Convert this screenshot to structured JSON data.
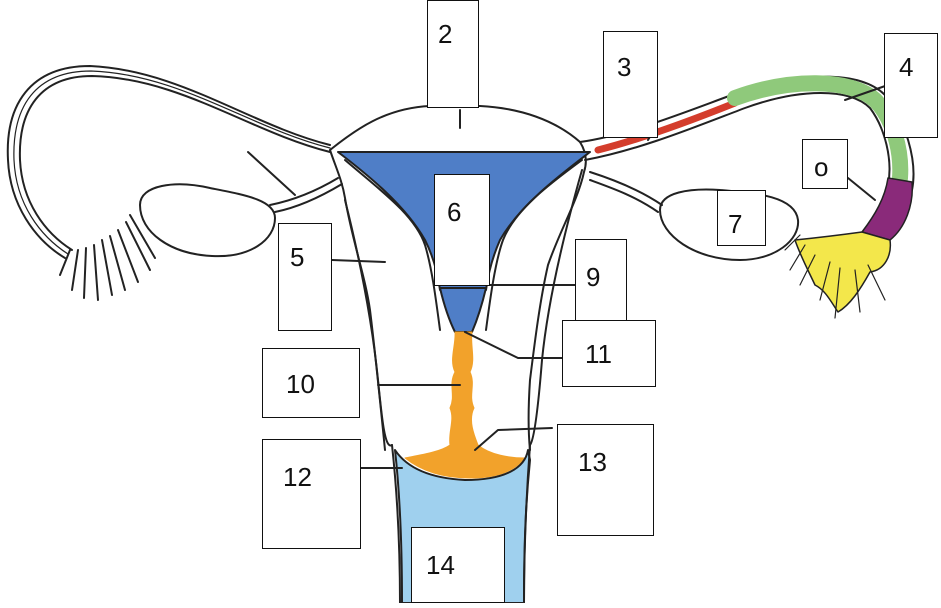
{
  "labels": {
    "l2": "2",
    "l3": "3",
    "l4": "4",
    "l5": "5",
    "l6": "6",
    "l7": "7",
    "l8": "o",
    "l9": "9",
    "l10": "10",
    "l11": "11",
    "l12": "12",
    "l13": "13",
    "l14": "14"
  },
  "colors": {
    "uterine_cavity": "#4f7ec7",
    "cervical_canal": "#f2a22b",
    "vagina": "#9fd0ee",
    "tube_red": "#d43d2c",
    "tube_green": "#8fc97b",
    "tube_purple": "#8a2a7a",
    "fimbriae": "#f3e74b",
    "outline": "#222222"
  }
}
